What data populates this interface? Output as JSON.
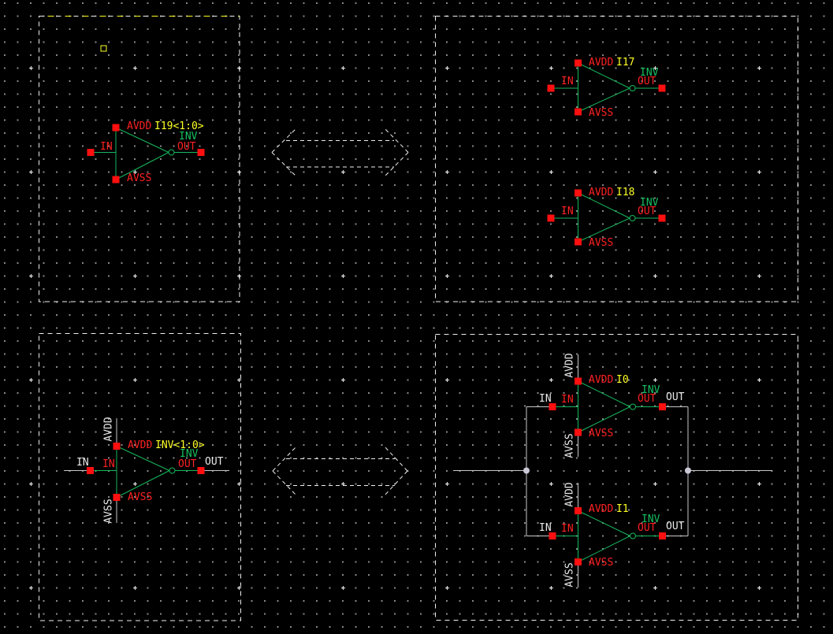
{
  "editor": {
    "view": "schematic-canvas",
    "concept_left": "bused inverter instance",
    "concept_right": "expanded individual inverters"
  },
  "colors": {
    "background": "#000000",
    "symbol_green": "#16b85c",
    "pin_red": "#ff0f0f",
    "label_red": "#ff2121",
    "instance_yellow": "#ffff26",
    "net_label_white": "#e9e9e9",
    "wire_gray": "#c8c8cc",
    "junction_gray": "#c9c9d6",
    "selection_dash_white": "#efefef",
    "highlight_dash_yellow": "#ffff26"
  },
  "figures": {
    "top_left": {
      "inverter": {
        "instance": "I19<1:0>",
        "pin_avdd": "AVDD",
        "pin_in": "IN",
        "pin_avss": "AVSS",
        "pin_out": "OUT",
        "out_net": "INV"
      }
    },
    "top_right": {
      "inverters": [
        {
          "instance": "I17",
          "pin_avdd": "AVDD",
          "pin_in": "IN",
          "pin_avss": "AVSS",
          "pin_out": "OUT",
          "out_net": "INV"
        },
        {
          "instance": "I18",
          "pin_avdd": "AVDD",
          "pin_in": "IN",
          "pin_avss": "AVSS",
          "pin_out": "OUT",
          "out_net": "INV"
        }
      ]
    },
    "bottom_left": {
      "inverter": {
        "instance": "INV<1:0>",
        "pin_avdd": "AVDD",
        "pin_in": "IN",
        "pin_avss": "AVSS",
        "pin_out": "OUT",
        "out_net": "INV"
      },
      "nets": {
        "in": "IN",
        "out": "OUT",
        "avdd_rail": "AVDD",
        "avss_rail": "AVSS"
      }
    },
    "bottom_right": {
      "inverters": [
        {
          "instance": "I0",
          "pin_avdd": "AVDD",
          "pin_in": "IN",
          "pin_avss": "AVSS",
          "pin_out": "OUT",
          "out_net": "INV",
          "net_in": "IN",
          "net_out": "OUT",
          "rail_avdd": "AVDD",
          "rail_avss": "AVSS"
        },
        {
          "instance": "I1",
          "pin_avdd": "AVDD",
          "pin_in": "IN",
          "pin_avss": "AVSS",
          "pin_out": "OUT",
          "out_net": "INV",
          "net_in": "IN",
          "net_out": "OUT",
          "rail_avdd": "AVDD",
          "rail_avss": "AVSS"
        }
      ]
    }
  }
}
